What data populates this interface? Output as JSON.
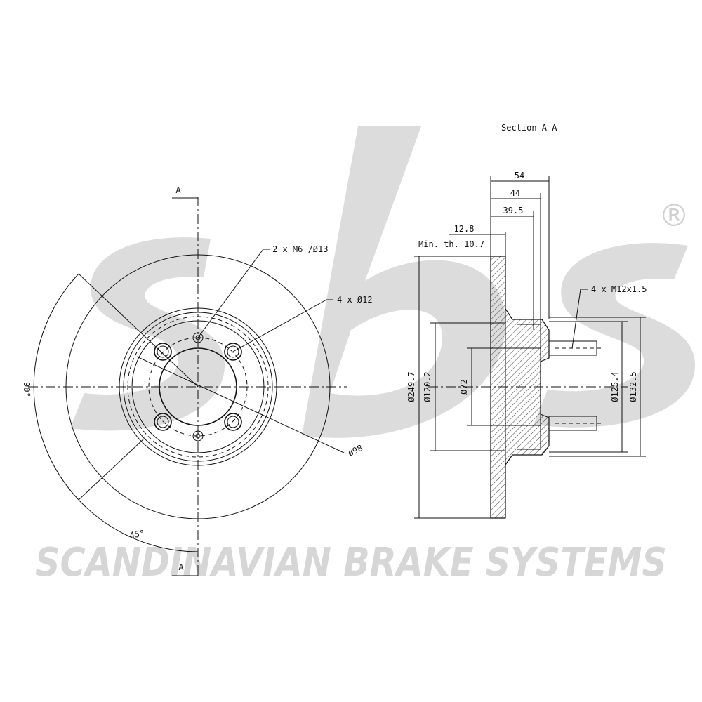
{
  "brand": {
    "logo": "sbs",
    "tagline": "SCANDINAVIAN BRAKE SYSTEMS",
    "registered_mark": "®"
  },
  "section_title": "Section A–A",
  "section_markers": {
    "top": "A",
    "bottom": "A"
  },
  "front_view": {
    "thread_holes": "2 x M6 /Ø13",
    "bolt_holes": "4 x Ø12",
    "pitch_circle": "ø98",
    "angle_90": "90°",
    "angle_45": "45°"
  },
  "section_view": {
    "overall_height": "54",
    "hat_height": "44",
    "hub_height": "39.5",
    "thickness": "12.8",
    "min_thickness": "Min. th. 10.7",
    "studs": "4 x M12x1.5",
    "outer_diameter": "Ø249.7",
    "hat_diameter": "Ø120.2",
    "bore_diameter": "Ø72",
    "inner_pilot_diameter": "Ø125.4",
    "outer_pilot_diameter": "Ø132.5"
  }
}
